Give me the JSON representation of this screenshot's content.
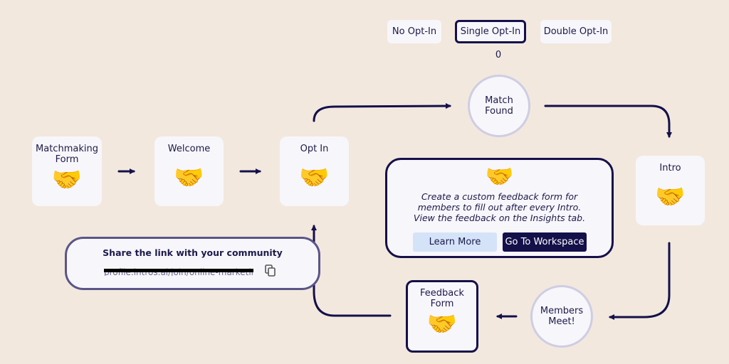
{
  "optin_modes": [
    {
      "label": "No Opt-In",
      "active": false
    },
    {
      "label": "Single Opt-In",
      "active": true
    },
    {
      "label": "Double Opt-In",
      "active": false
    }
  ],
  "count_label": "0",
  "steps": {
    "matchmaking": "Matchmaking\nForm",
    "welcome": "Welcome",
    "optin": "Opt In",
    "match_found": "Match\nFound",
    "intro": "Intro",
    "members_meet": "Members\nMeet!",
    "feedback_form": "Feedback\nForm"
  },
  "hand_glyph": "🤝",
  "feedback_panel": {
    "description": "Create a custom feedback form for members to fill out after every Intro. View the feedback on the Insights tab.",
    "learn_more": "Learn More",
    "go_workspace": "Go To Workspace"
  },
  "share": {
    "title": "Share the link with your community",
    "link": "profile.intros.ai/join/online-marketing",
    "icon": "copy-icon"
  },
  "colors": {
    "background": "#f2e8de",
    "card": "#f7f6fb",
    "navy": "#14104a",
    "learn_more_bg": "#d5e3f9"
  }
}
